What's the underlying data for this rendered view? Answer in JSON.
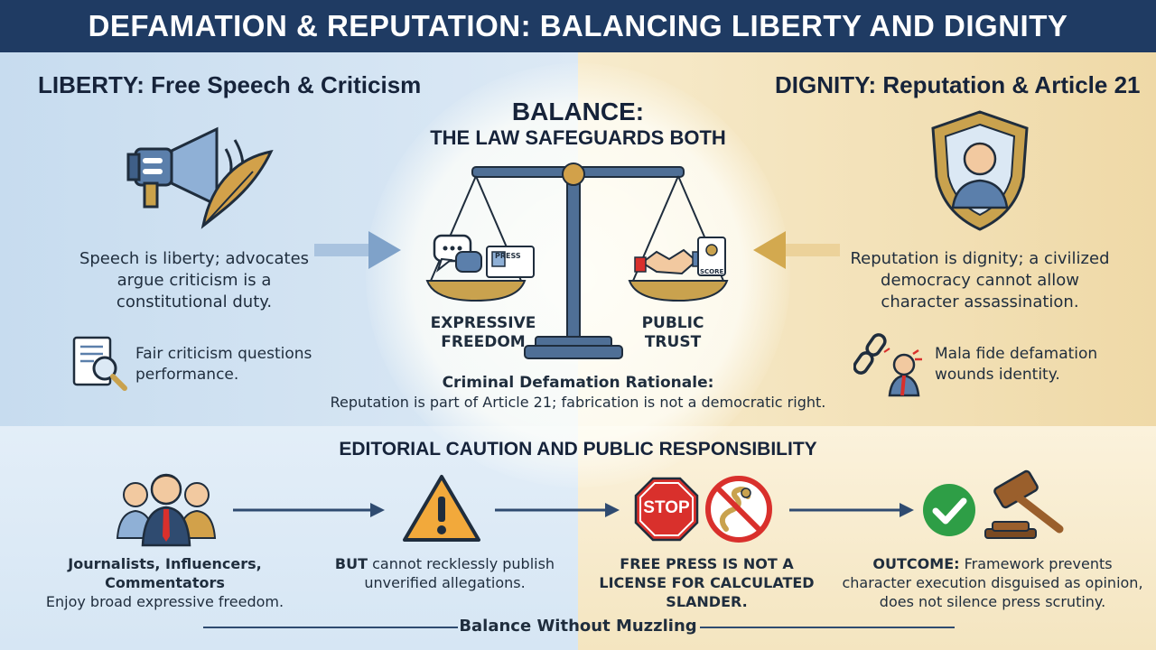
{
  "title": "DEFAMATION & REPUTATION: BALANCING LIBERTY AND DIGNITY",
  "liberty": {
    "heading": "LIBERTY: Free Speech & Criticism",
    "text": "Speech is liberty; advocates argue criticism is a constitutional duty.",
    "note": "Fair criticism questions performance."
  },
  "dignity": {
    "heading": "DIGNITY: Reputation & Article 21",
    "text": "Reputation is dignity; a civilized democracy cannot allow character assassination.",
    "note": "Mala fide defamation wounds identity."
  },
  "balance": {
    "title": "BALANCE:",
    "subtitle": "THE LAW SAFEGUARDS BOTH",
    "left_pan": "EXPRESSIVE FREEDOM",
    "right_pan": "PUBLIC TRUST",
    "press_badge": "PRESS",
    "score_badge": "SCORE",
    "rationale_title": "Criminal Defamation Rationale:",
    "rationale_text": "Reputation is part of Article 21; fabrication is not a democratic right."
  },
  "editorial": {
    "title": "EDITORIAL CAUTION AND PUBLIC RESPONSIBILITY",
    "steps": [
      {
        "bold": "Journalists, Influencers, Commentators",
        "text": "Enjoy broad expressive freedom."
      },
      {
        "bold": "BUT",
        "text": "cannot recklessly publish unverified allegations."
      },
      {
        "bold": "FREE PRESS IS NOT A LICENSE FOR CALCULATED SLANDER.",
        "text": ""
      },
      {
        "bold": "OUTCOME:",
        "text": "Framework prevents character execution disguised as opinion, does not silence press scrutiny."
      }
    ],
    "stop_sign": "STOP"
  },
  "footer": "Balance Without Muzzling",
  "colors": {
    "title_bar": "#1f3b63",
    "liberty_blue": "#c7dcef",
    "dignity_gold": "#efd9a7",
    "scale_blue": "#4f6f96",
    "pan_gold": "#c9a24e",
    "stop_red": "#d9302c",
    "check_green": "#2e9e46"
  },
  "icons": [
    "megaphone-icon",
    "quill-icon",
    "document-search-icon",
    "shield-person-icon",
    "broken-chain-icon",
    "scales-icon",
    "speech-bubble-icon",
    "press-badge-icon",
    "handshake-icon",
    "score-badge-icon",
    "people-icon",
    "warning-icon",
    "stop-sign-icon",
    "no-snake-icon",
    "check-icon",
    "gavel-icon",
    "arrow-right-icon"
  ]
}
